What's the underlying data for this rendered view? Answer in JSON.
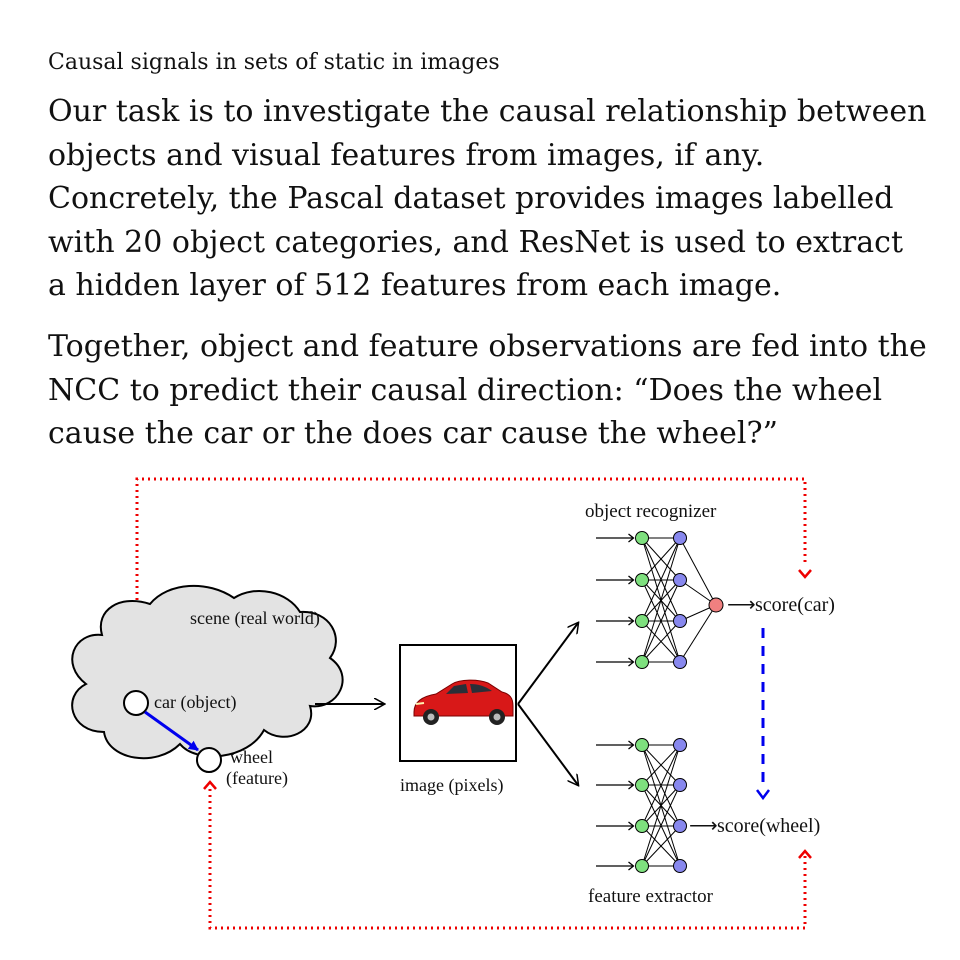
{
  "slide": {
    "kicker": "Causal signals in sets of static in images",
    "paragraph_1": "Our task is to investigate the causal relationship between objects and visual features from images, if any. Concretely, the Pascal dataset provides images labelled with 20 object categories, and ResNet is used to extract a hidden layer of 512 features from each image.",
    "paragraph_2": "Together, object and feature observations are fed into the NCC to predict their causal direction: “Does the wheel cause the car or the does car cause the wheel?”"
  },
  "diagram": {
    "scene_label": "scene (real world)",
    "car_node_label": "car (object)",
    "wheel_node_label_line1": "wheel",
    "wheel_node_label_line2": "(feature)",
    "image_label": "image (pixels)",
    "object_recognizer_label": "object recognizer",
    "feature_extractor_label": "feature extractor",
    "score_car_label": "score(car)",
    "score_wheel_label": "score(wheel)",
    "arrow_glyph": "⟶",
    "colors": {
      "input_node": "#7ee07e",
      "hidden_node": "#8888ee",
      "output_node": "#f08080",
      "dotted_red": "#ee0000",
      "dashed_blue": "#0000ee",
      "causal_arrow": "#0000ee",
      "cloud_fill": "#e3e3e3",
      "car_body": "#d81818"
    }
  }
}
